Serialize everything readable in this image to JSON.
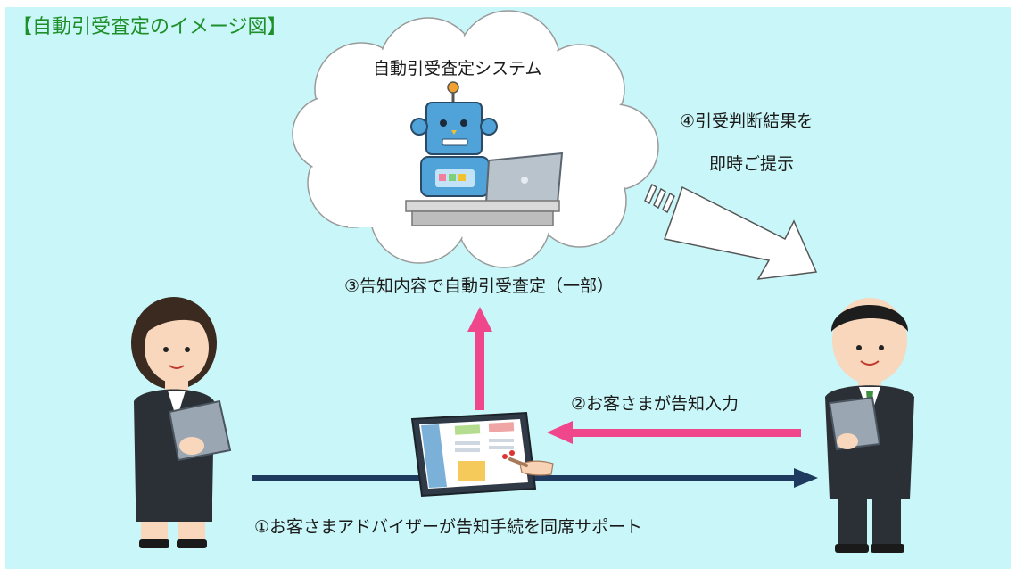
{
  "diagram": {
    "title": "【自動引受査定のイメージ図】",
    "system_label": "自動引受査定システム",
    "step1": "①お客さまアドバイザーが告知手続を同席サポート",
    "step2": "②お客さまが告知入力",
    "step3": "③告知内容で自動引受査定（一部）",
    "step4_line1": "④引受判断結果を",
    "step4_line2": "即時ご提示"
  },
  "colors": {
    "background": "#c9f6f8",
    "title_green": "#1f8f2a",
    "pink_arrow": "#f0468c",
    "navy_arrow": "#1f3a5f",
    "suit": "#2b2f36",
    "robot_blue": "#4fa3d9"
  },
  "icons": [
    "cloud-icon",
    "robot-icon",
    "laptop-icon",
    "tablet-icon",
    "woman-advisor-icon",
    "man-customer-icon"
  ]
}
